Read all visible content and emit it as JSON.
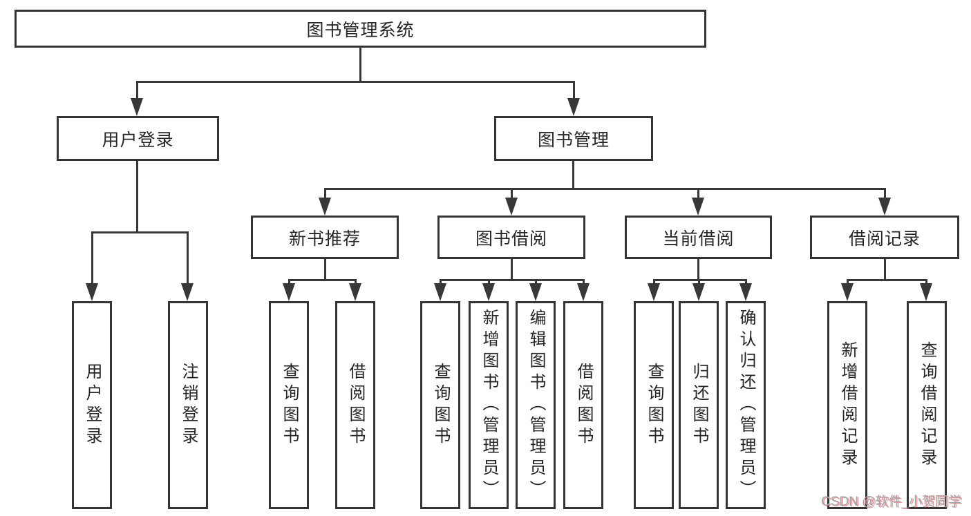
{
  "root": {
    "label": "图书管理系统"
  },
  "level2": [
    {
      "label": "用户登录",
      "children": [
        "用户登录",
        "注销登录"
      ]
    },
    {
      "label": "图书管理"
    }
  ],
  "level3": [
    {
      "label": "新书推荐",
      "children": [
        "查询图书",
        "借阅图书"
      ]
    },
    {
      "label": "图书借阅",
      "children": [
        "查询图书",
        "新增图书（管理员）",
        "编辑图书（管理员）",
        "借阅图书"
      ]
    },
    {
      "label": "当前借阅",
      "children": [
        "查询图书",
        "归还图书",
        "确认归还（管理员）"
      ]
    },
    {
      "label": "借阅记录",
      "children": [
        "新增借阅记录",
        "查询借阅记录"
      ]
    }
  ],
  "watermark": {
    "text": "CSDN @软件_小贺同学"
  },
  "colors": {
    "line": "#383838",
    "box_border": "#343434",
    "text": "#262626",
    "background": "#ffffff",
    "watermark_gray": "#a8a4a6",
    "watermark_red": "#dc4650"
  }
}
